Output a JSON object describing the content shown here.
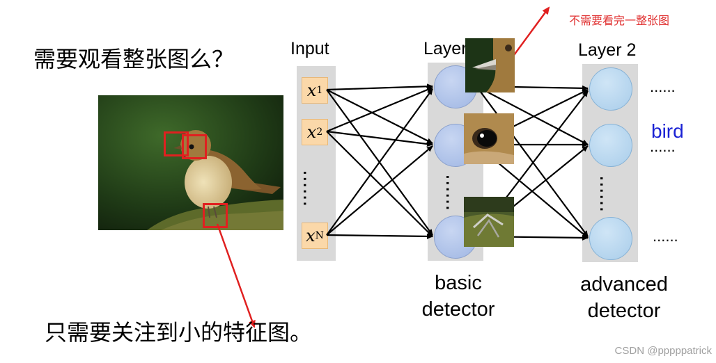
{
  "question_top": "需要观看整张图么？",
  "question_bottom": "只需要关注到小的特征图。",
  "note_red": "不需要看完一整张图",
  "input_label": "Input",
  "layer1_label": "Layer 1",
  "layer2_label": "Layer 2",
  "inputs": [
    {
      "var": "x",
      "sub": "1"
    },
    {
      "var": "x",
      "sub": "2"
    },
    {
      "var": "x",
      "sub": "N"
    }
  ],
  "vertical_dots": "......",
  "horizontal_dots": "......",
  "basic_detector": [
    "basic",
    "detector"
  ],
  "advanced_detector": [
    "advanced",
    "detector"
  ],
  "output_word": "bird",
  "watermark": "CSDN @pppppatrick",
  "colors": {
    "red": "#e02020",
    "input_box": "#fbd8a9",
    "column_bg": "#d9d9d9",
    "node_layer1": "#a9bde6",
    "node_layer2": "#b0d3ec",
    "bird_text": "#1a22d4"
  }
}
